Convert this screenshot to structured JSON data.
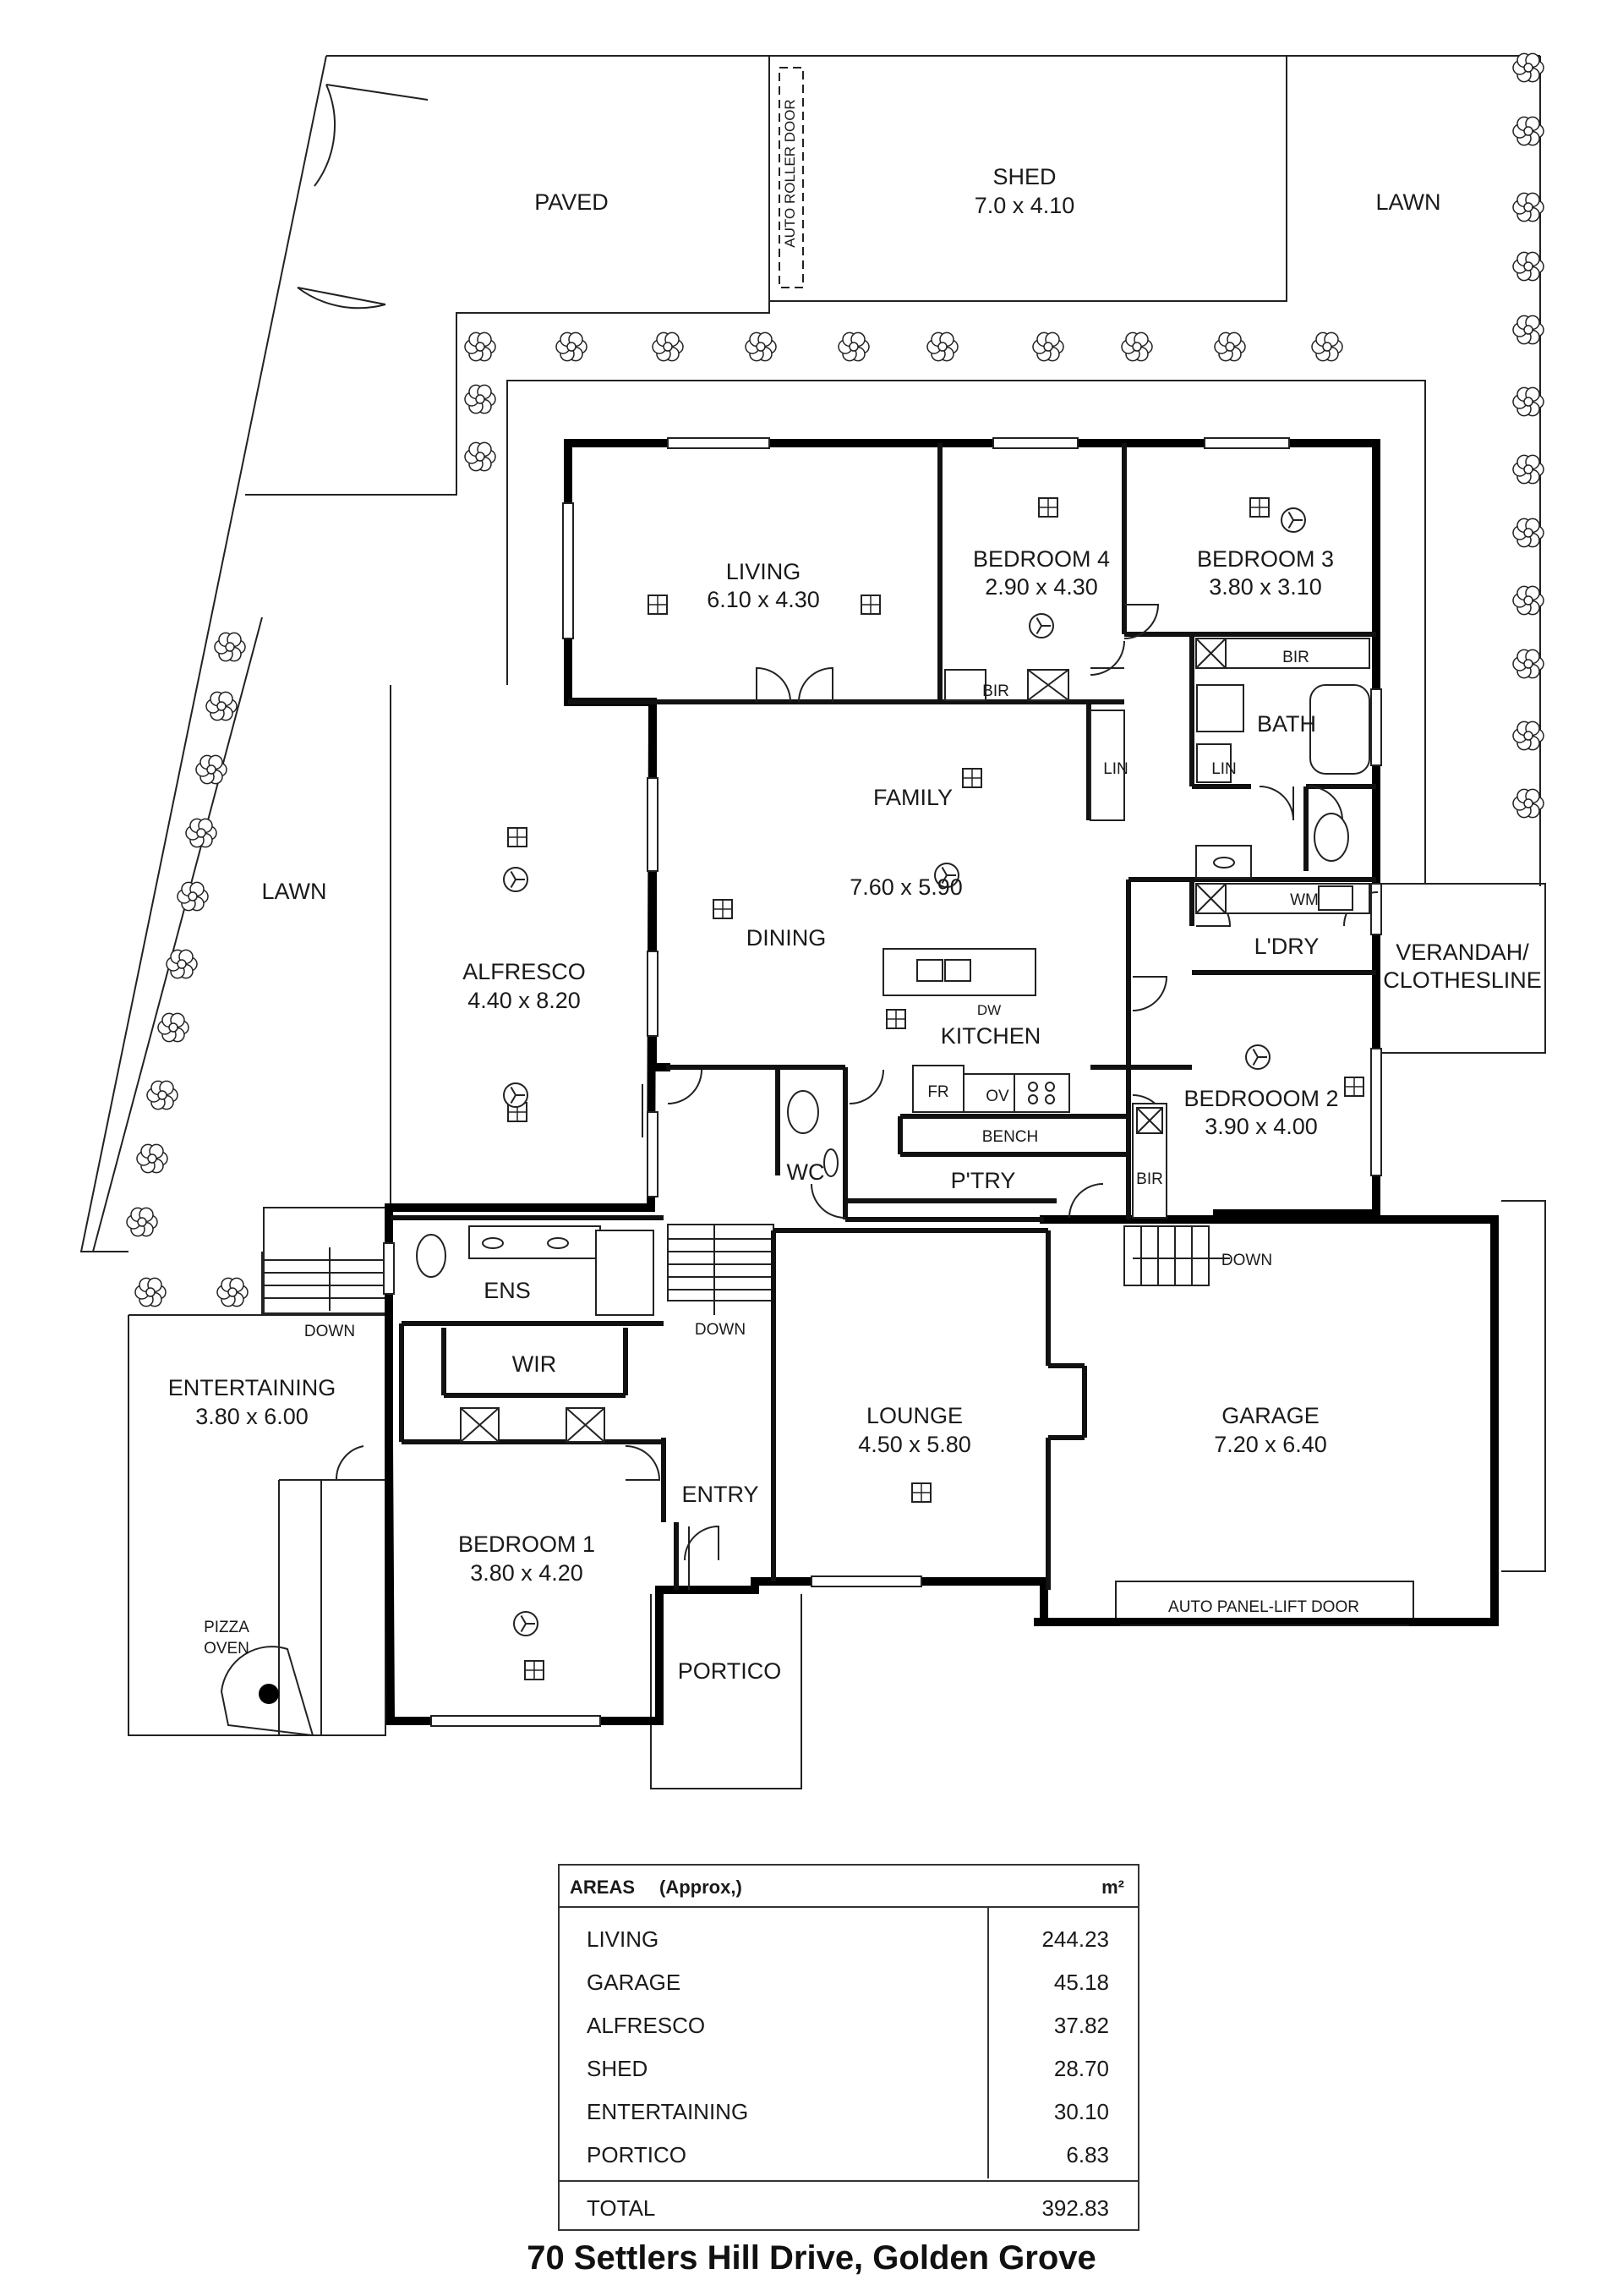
{
  "plan": {
    "outdoor": {
      "paved": "PAVED",
      "lawn_top": "LAWN",
      "lawn_left": "LAWN",
      "auto_roller_door": "AUTO ROLLER DOOR",
      "down_1": "DOWN",
      "down_2": "DOWN",
      "down_3": "DOWN",
      "verandah_1": "VERANDAH/",
      "verandah_2": "CLOTHESLINE",
      "pizza_1": "PIZZA",
      "pizza_2": "OVEN",
      "auto_panel_lift_door": "AUTO PANEL-LIFT DOOR"
    },
    "rooms": {
      "shed": {
        "name": "SHED",
        "dim": "7.0 x 4.10"
      },
      "living": {
        "name": "LIVING",
        "dim": "6.10 x 4.30"
      },
      "bedroom4": {
        "name": "BEDROOM 4",
        "dim": "2.90 x 4.30"
      },
      "bedroom3": {
        "name": "BEDROOM 3",
        "dim": "3.80 x 3.10"
      },
      "family": {
        "name": "FAMILY",
        "dim": "7.60 x 5.90"
      },
      "dining": {
        "name": "DINING"
      },
      "kitchen": {
        "name": "KITCHEN"
      },
      "alfresco": {
        "name": "ALFRESCO",
        "dim": "4.40 x 8.20"
      },
      "bath": {
        "name": "BATH"
      },
      "laundry": {
        "name": "L'DRY"
      },
      "bedroom2": {
        "name": "BEDROOOM 2",
        "dim": "3.90 x 4.00"
      },
      "wc": {
        "name": "WC"
      },
      "pantry": {
        "name": "P'TRY"
      },
      "ens": {
        "name": "ENS"
      },
      "wir": {
        "name": "WIR"
      },
      "entertaining": {
        "name": "ENTERTAINING",
        "dim": "3.80 x 6.00"
      },
      "bedroom1": {
        "name": "BEDROOM 1",
        "dim": "3.80 x 4.20"
      },
      "entry": {
        "name": "ENTRY"
      },
      "lounge": {
        "name": "LOUNGE",
        "dim": "4.50 x 5.80"
      },
      "garage": {
        "name": "GARAGE",
        "dim": "7.20 x 6.40"
      },
      "portico": {
        "name": "PORTICO"
      }
    },
    "fixtures": {
      "bir_bed4": "BIR",
      "bir_bed3": "BIR",
      "bir_bed2": "BIR",
      "lin_1": "LIN",
      "lin_2": "LIN",
      "wm": "WM",
      "dw": "DW",
      "fr": "FR",
      "ov": "OV",
      "bench": "BENCH"
    }
  },
  "areas": {
    "title": "AREAS",
    "subtitle": "(Approx,)",
    "unit": "m²",
    "rows": [
      {
        "name": "LIVING",
        "value": "244.23"
      },
      {
        "name": "GARAGE",
        "value": "45.18"
      },
      {
        "name": "ALFRESCO",
        "value": "37.82"
      },
      {
        "name": "SHED",
        "value": "28.70"
      },
      {
        "name": "ENTERTAINING",
        "value": "30.10"
      },
      {
        "name": "PORTICO",
        "value": "6.83"
      }
    ],
    "total": {
      "name": "TOTAL",
      "value": "392.83"
    }
  },
  "address": "70 Settlers Hill Drive, Golden Grove"
}
